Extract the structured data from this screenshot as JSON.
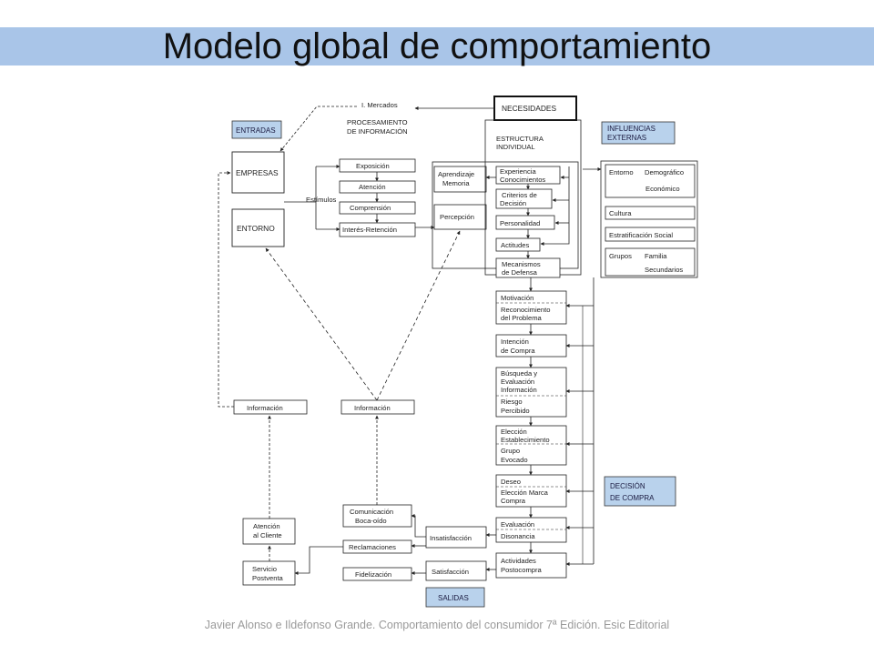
{
  "slide": {
    "title": "Modelo global de comportamiento",
    "footer": "Javier Alonso e Ildefonso Grande. Comportamiento del consumidor 7ª Edición. Esic Editorial"
  },
  "diagram": {
    "tags": {
      "entradas": "ENTRADAS",
      "influencias": [
        "INFLUENCIAS",
        "EXTERNAS"
      ],
      "decision": [
        "DECISIÓN",
        "DE COMPRA"
      ],
      "salidas": "SALIDAS"
    },
    "labels": {
      "mercados": "I. Mercados",
      "procesamiento": [
        "PROCESAMIENTO",
        "DE INFORMACIÓN"
      ],
      "estimulos": "Estímulos",
      "estructura": [
        "ESTRUCTURA",
        "INDIVIDUAL"
      ]
    },
    "left": {
      "empresas": "EMPRESAS",
      "entorno": "ENTORNO",
      "informacion_1": "Información",
      "informacion_2": "Información",
      "atencion_cliente": [
        "Atención",
        "al Cliente"
      ],
      "servicio": [
        "Servicio",
        "Postventa"
      ]
    },
    "procesamiento_steps": [
      "Exposición",
      "Atención",
      "Comprensión",
      "Interés-Retención"
    ],
    "psicologicos": {
      "aprendizaje": [
        "Aprendizaje",
        "Memoria"
      ],
      "percepcion": "Percepción"
    },
    "necesidades": "NECESIDADES",
    "estructura_items": [
      [
        "Experiencia",
        "Conocimientos"
      ],
      [
        "Criterios de",
        "Decisión"
      ],
      [
        "Personalidad"
      ],
      [
        "Actitudes"
      ]
    ],
    "mecanismos": [
      "Mecanismos",
      "de Defensa"
    ],
    "process_steps": [
      [
        [
          "Motivación"
        ],
        [
          "Reconocimiento",
          "del Problema"
        ]
      ],
      [
        [
          "Intención",
          "de Compra"
        ]
      ],
      [
        [
          "Búsqueda y",
          "Evaluación",
          "Información"
        ],
        [
          "Riesgo",
          "Percibido"
        ]
      ],
      [
        [
          "Elección",
          "Establecimiento"
        ],
        [
          "Grupo",
          "Evocado"
        ]
      ],
      [
        [
          "Deseo"
        ],
        [
          "Elección Marca",
          "Compra"
        ]
      ],
      [
        [
          "Evaluación"
        ],
        [
          "Disonancia"
        ]
      ],
      [
        [
          "Actividades",
          "Postocompra"
        ]
      ]
    ],
    "influencias": {
      "entorno": "Entorno",
      "demografico": "Demográfico",
      "economico": "Económico",
      "cultura": "Cultura",
      "estratificacion": "Estratificación Social",
      "grupos": "Grupos",
      "familia": "Familia",
      "secundarios": "Secundarios"
    },
    "salidas_boxes": {
      "comunicacion": [
        "Comunicación",
        "Boca-oído"
      ],
      "reclamaciones": "Reclamaciones",
      "fidelizacion": "Fidelización",
      "insatisfaccion": "Insatisfacción",
      "satisfaccion": "Satisfacción"
    }
  }
}
